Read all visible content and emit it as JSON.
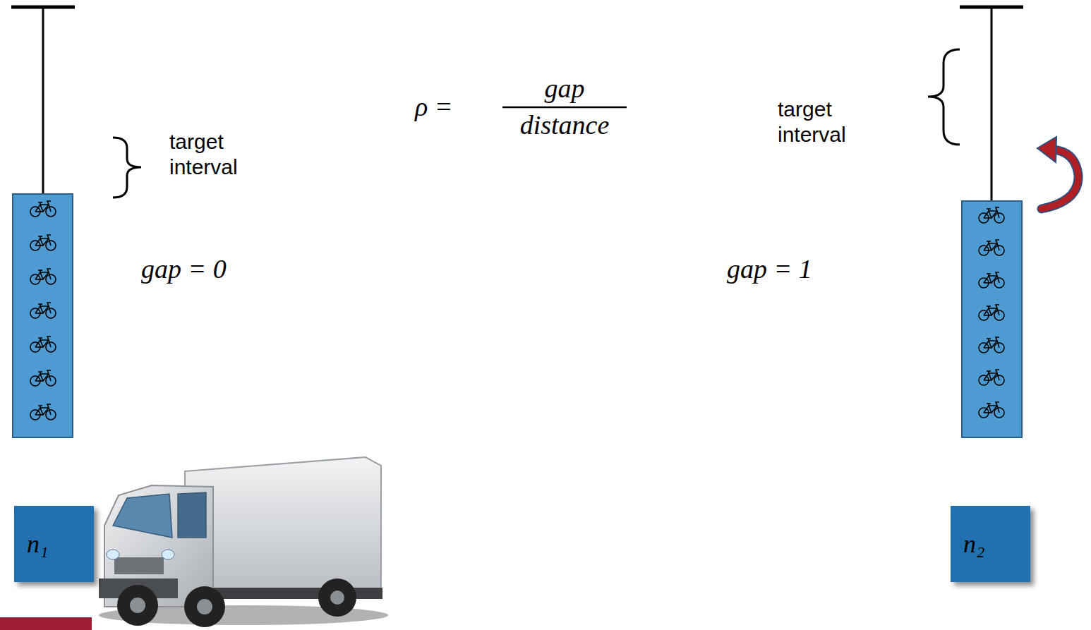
{
  "diagram": {
    "nodes": [
      {
        "text": [
          "n₁"
        ]
      },
      {
        "text": [
          "n₂"
        ]
      }
    ],
    "labels": [
      "target interval",
      "ρ =",
      "gap",
      "distance",
      "target interval",
      "gap = 0",
      "gap = 1"
    ]
  }
}
